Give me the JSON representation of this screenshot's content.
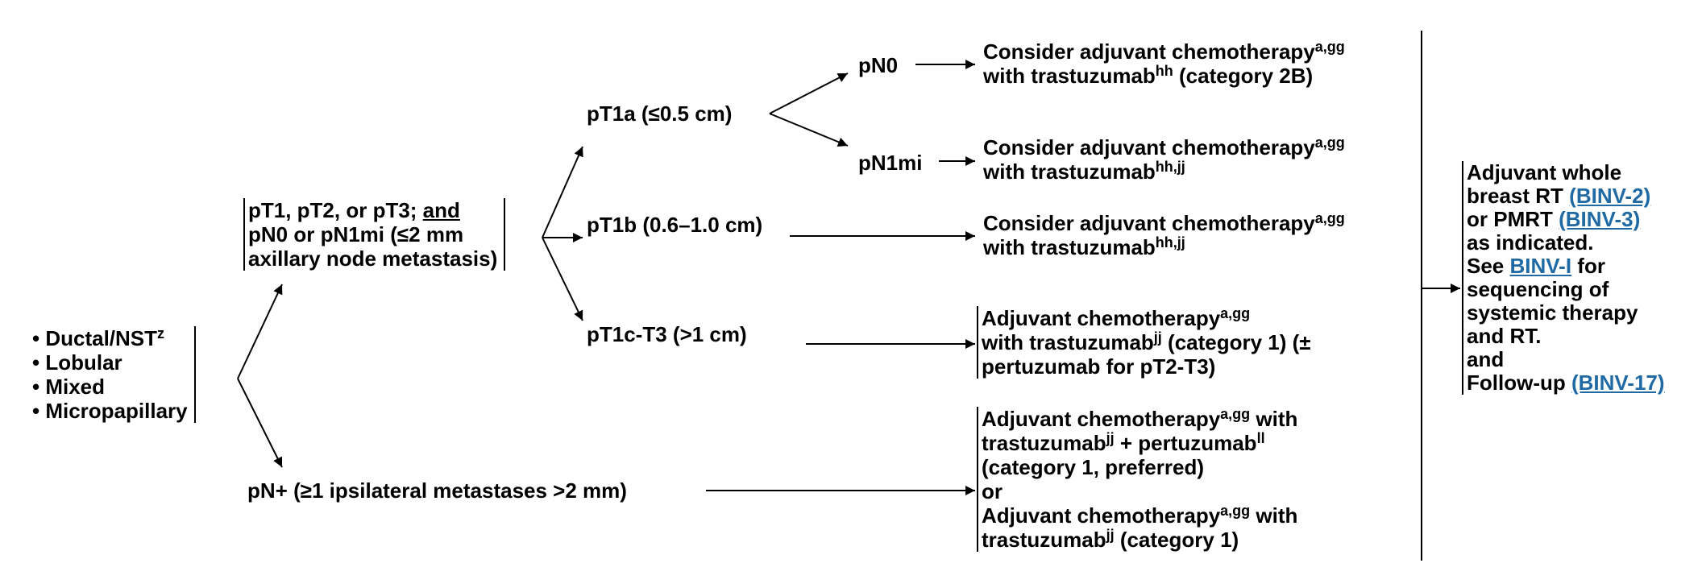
{
  "histology": {
    "items": [
      "Ductal/NST",
      "Lobular",
      "Mixed",
      "Micropapillary"
    ],
    "ductal_sup": "z",
    "bullet": "•"
  },
  "path_pt": {
    "line1": "pT1, pT2, or pT3; ",
    "line1_and": "and",
    "line2": "pN0 or pN1mi (≤2 mm",
    "line3": "axillary node metastasis)"
  },
  "path_pn_plus": "pN+ (≥1 ipsilateral metastases >2 mm)",
  "tumor": {
    "pt1a": "pT1a (≤0.5 cm)",
    "pt1b": "pT1b (0.6–1.0 cm)",
    "pt1c": "pT1c-T3 (>1 cm)"
  },
  "nodes": {
    "pn0": "pN0",
    "pn1mi": "pN1mi"
  },
  "rx": {
    "pn0": {
      "line1": "Consider adjuvant chemotherapy",
      "line1_sup": "a,gg",
      "line2a": "with trastuzumab",
      "line2_sup": "hh",
      "line2b": " (category 2B)"
    },
    "pn1mi": {
      "line1": "Consider adjuvant chemotherapy",
      "line1_sup": "a,gg",
      "line2a": "with trastuzumab",
      "line2_sup": "hh,jj"
    },
    "pt1b": {
      "line1": "Consider adjuvant chemotherapy",
      "line1_sup": "a,gg",
      "line2a": "with trastuzumab",
      "line2_sup": "hh,jj"
    },
    "pt1c": {
      "line1": "Adjuvant chemotherapy",
      "line1_sup": "a,gg",
      "line2a": "with trastuzumab",
      "line2_sup": "jj",
      "line2b": " (category 1) (±",
      "line3": "pertuzumab for pT2-T3)"
    },
    "pn_plus": {
      "line1a": "Adjuvant chemotherapy",
      "line1_sup": "a,gg",
      "line1b": " with",
      "line2a": "trastuzumab",
      "line2_sup1": "jj",
      "line2b": " + pertuzumab",
      "line2_sup2": "ll",
      "line3": "(category 1, preferred)",
      "line4": "or",
      "line5a": "Adjuvant chemotherapy",
      "line5_sup": "a,gg",
      "line5b": " with",
      "line6a": "trastuzumab",
      "line6_sup": "jj",
      "line6b": " (category 1)"
    }
  },
  "final": {
    "line1": "Adjuvant whole",
    "line2a": "breast RT ",
    "line2_link": "(BINV-2)",
    "line3a": "or PMRT ",
    "line3_link": "(BINV-3)",
    "line4": "as indicated.",
    "line5a": "See ",
    "line5_link": "BINV-I",
    "line5b": " for",
    "line6": "sequencing of",
    "line7": "systemic therapy",
    "line8": "and RT.",
    "line9": "and",
    "line10a": "Follow-up ",
    "line10_link": "(BINV-17)"
  },
  "colors": {
    "text": "#000000",
    "link": "#1f6aa5",
    "background": "#ffffff"
  }
}
